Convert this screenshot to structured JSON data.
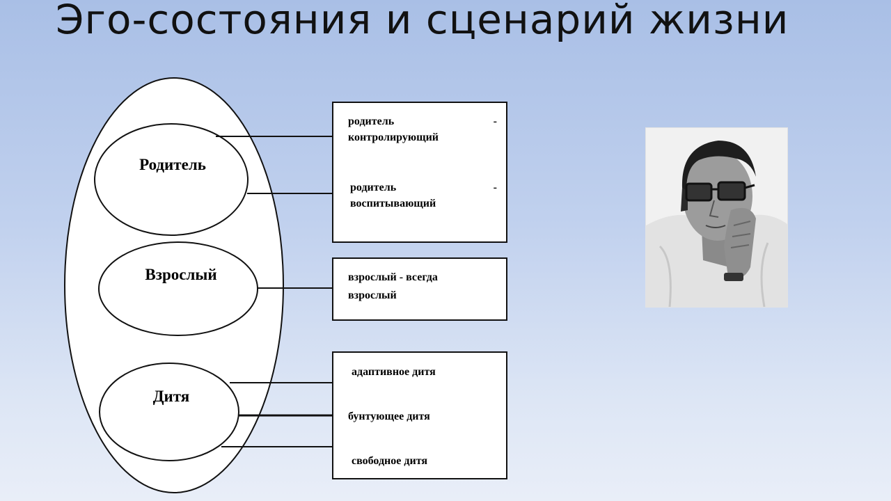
{
  "title": "Эго-состояния и сценарий жизни",
  "diagram": {
    "ego_states": {
      "parent": "Родитель",
      "adult": "Взрослый",
      "child": "Дитя"
    },
    "parent_box": {
      "item1_line1": "родитель",
      "item1_dash": "-",
      "item1_line2": "контролирующий",
      "item2_line1": "родитель",
      "item2_dash": "-",
      "item2_line2": "воспитывающий"
    },
    "adult_box": {
      "line1": "взрослый - всегда",
      "line2": "взрослый"
    },
    "child_box": {
      "item1": "адаптивное дитя",
      "item2": "бунтующее дитя",
      "item3": "свободное дитя"
    }
  },
  "photo": {
    "icon": "portrait-photo",
    "colors": {
      "background": "#efefef",
      "skin": "#9a9a9a",
      "hair": "#222222"
    }
  }
}
